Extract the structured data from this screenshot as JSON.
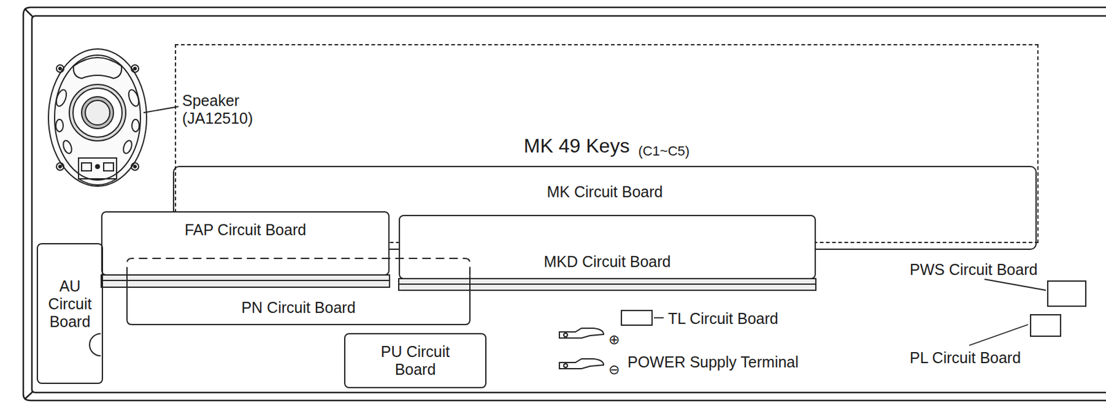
{
  "diagram": {
    "nodes": [
      {
        "text": [
          "MK 49 Keys",
          "(C1~C5)"
        ]
      },
      {
        "text": [
          "MK Circuit Board"
        ]
      },
      {
        "text": [
          "FAP Circuit Board"
        ]
      },
      {
        "text": [
          "MKD Circuit Board"
        ]
      },
      {
        "text": [
          "AU Circuit Board"
        ]
      },
      {
        "text": [
          "PN Circuit Board"
        ]
      },
      {
        "text": [
          "PU Circuit Board"
        ]
      },
      {
        "text": [
          "TL Circuit Board"
        ]
      },
      {
        "text": [
          "PWS Circuit Board"
        ]
      },
      {
        "text": [
          "PL Circuit Board"
        ]
      }
    ],
    "labels": [
      "Speaker (JA12510)",
      "⊕",
      "⊖",
      "POWER Supply Terminal"
    ]
  }
}
